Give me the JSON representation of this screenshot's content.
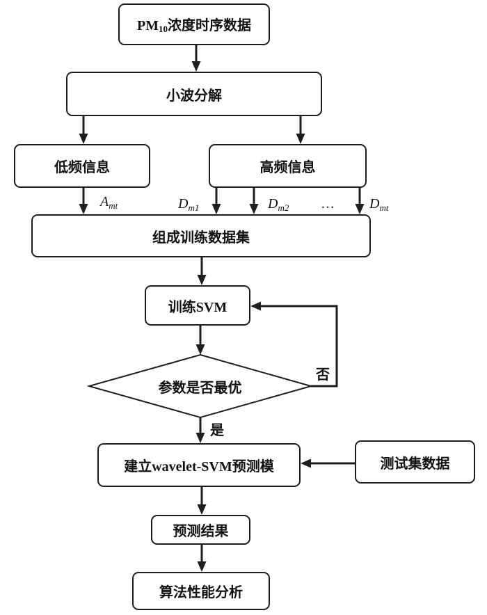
{
  "nodes": {
    "source": {
      "prefix": "PM",
      "sub": "10",
      "suffix": "浓度时序数据"
    },
    "decompose": "小波分解",
    "low_freq": "低频信息",
    "high_freq": "高频信息",
    "train_set": "组成训练数据集",
    "train_svm": "训练SVM",
    "decision": "参数是否最优",
    "build_model": "建立wavelet-SVM预测模",
    "test_data": "测试集数据",
    "prediction": "预测结果",
    "analysis": "算法性能分析"
  },
  "edge_labels": {
    "a_mt": {
      "base": "A",
      "sub": "mt"
    },
    "d_m1": {
      "base": "D",
      "sub": "m1"
    },
    "d_m2": {
      "base": "D",
      "sub": "m2"
    },
    "ellipsis": "…",
    "d_mt": {
      "base": "D",
      "sub": "mt"
    },
    "no": "否",
    "yes": "是"
  }
}
